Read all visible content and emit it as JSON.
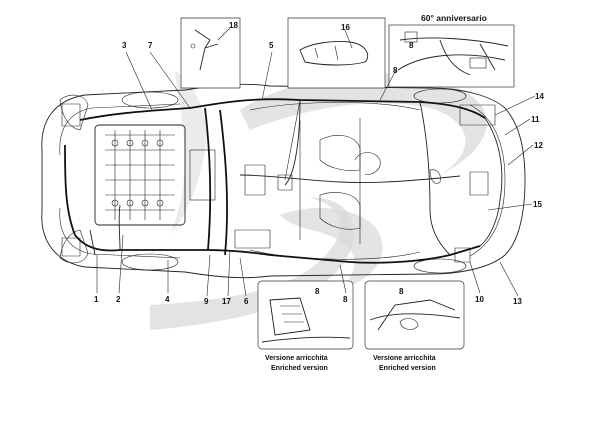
{
  "callouts": {
    "c1": "1",
    "c2": "2",
    "c3": "3",
    "c4": "4",
    "c5": "5",
    "c6": "6",
    "c7": "7",
    "c8a": "8",
    "c8b": "8",
    "c8c": "8",
    "c8d": "8",
    "c8e": "8",
    "c9": "9",
    "c10": "10",
    "c11": "11",
    "c12": "12",
    "c13": "13",
    "c14": "14",
    "c15": "15",
    "c16": "16",
    "c17": "17",
    "c18": "18"
  },
  "insets": {
    "anniversary_title": "60° anniversario",
    "enriched_it_left": "Versione arricchita",
    "enriched_en_left": "Enriched version",
    "enriched_it_right": "Versione arricchita",
    "enriched_en_right": "Enriched version"
  },
  "colors": {
    "watermark": "#d9d9d9",
    "ink": "#111111",
    "background": "#ffffff"
  }
}
